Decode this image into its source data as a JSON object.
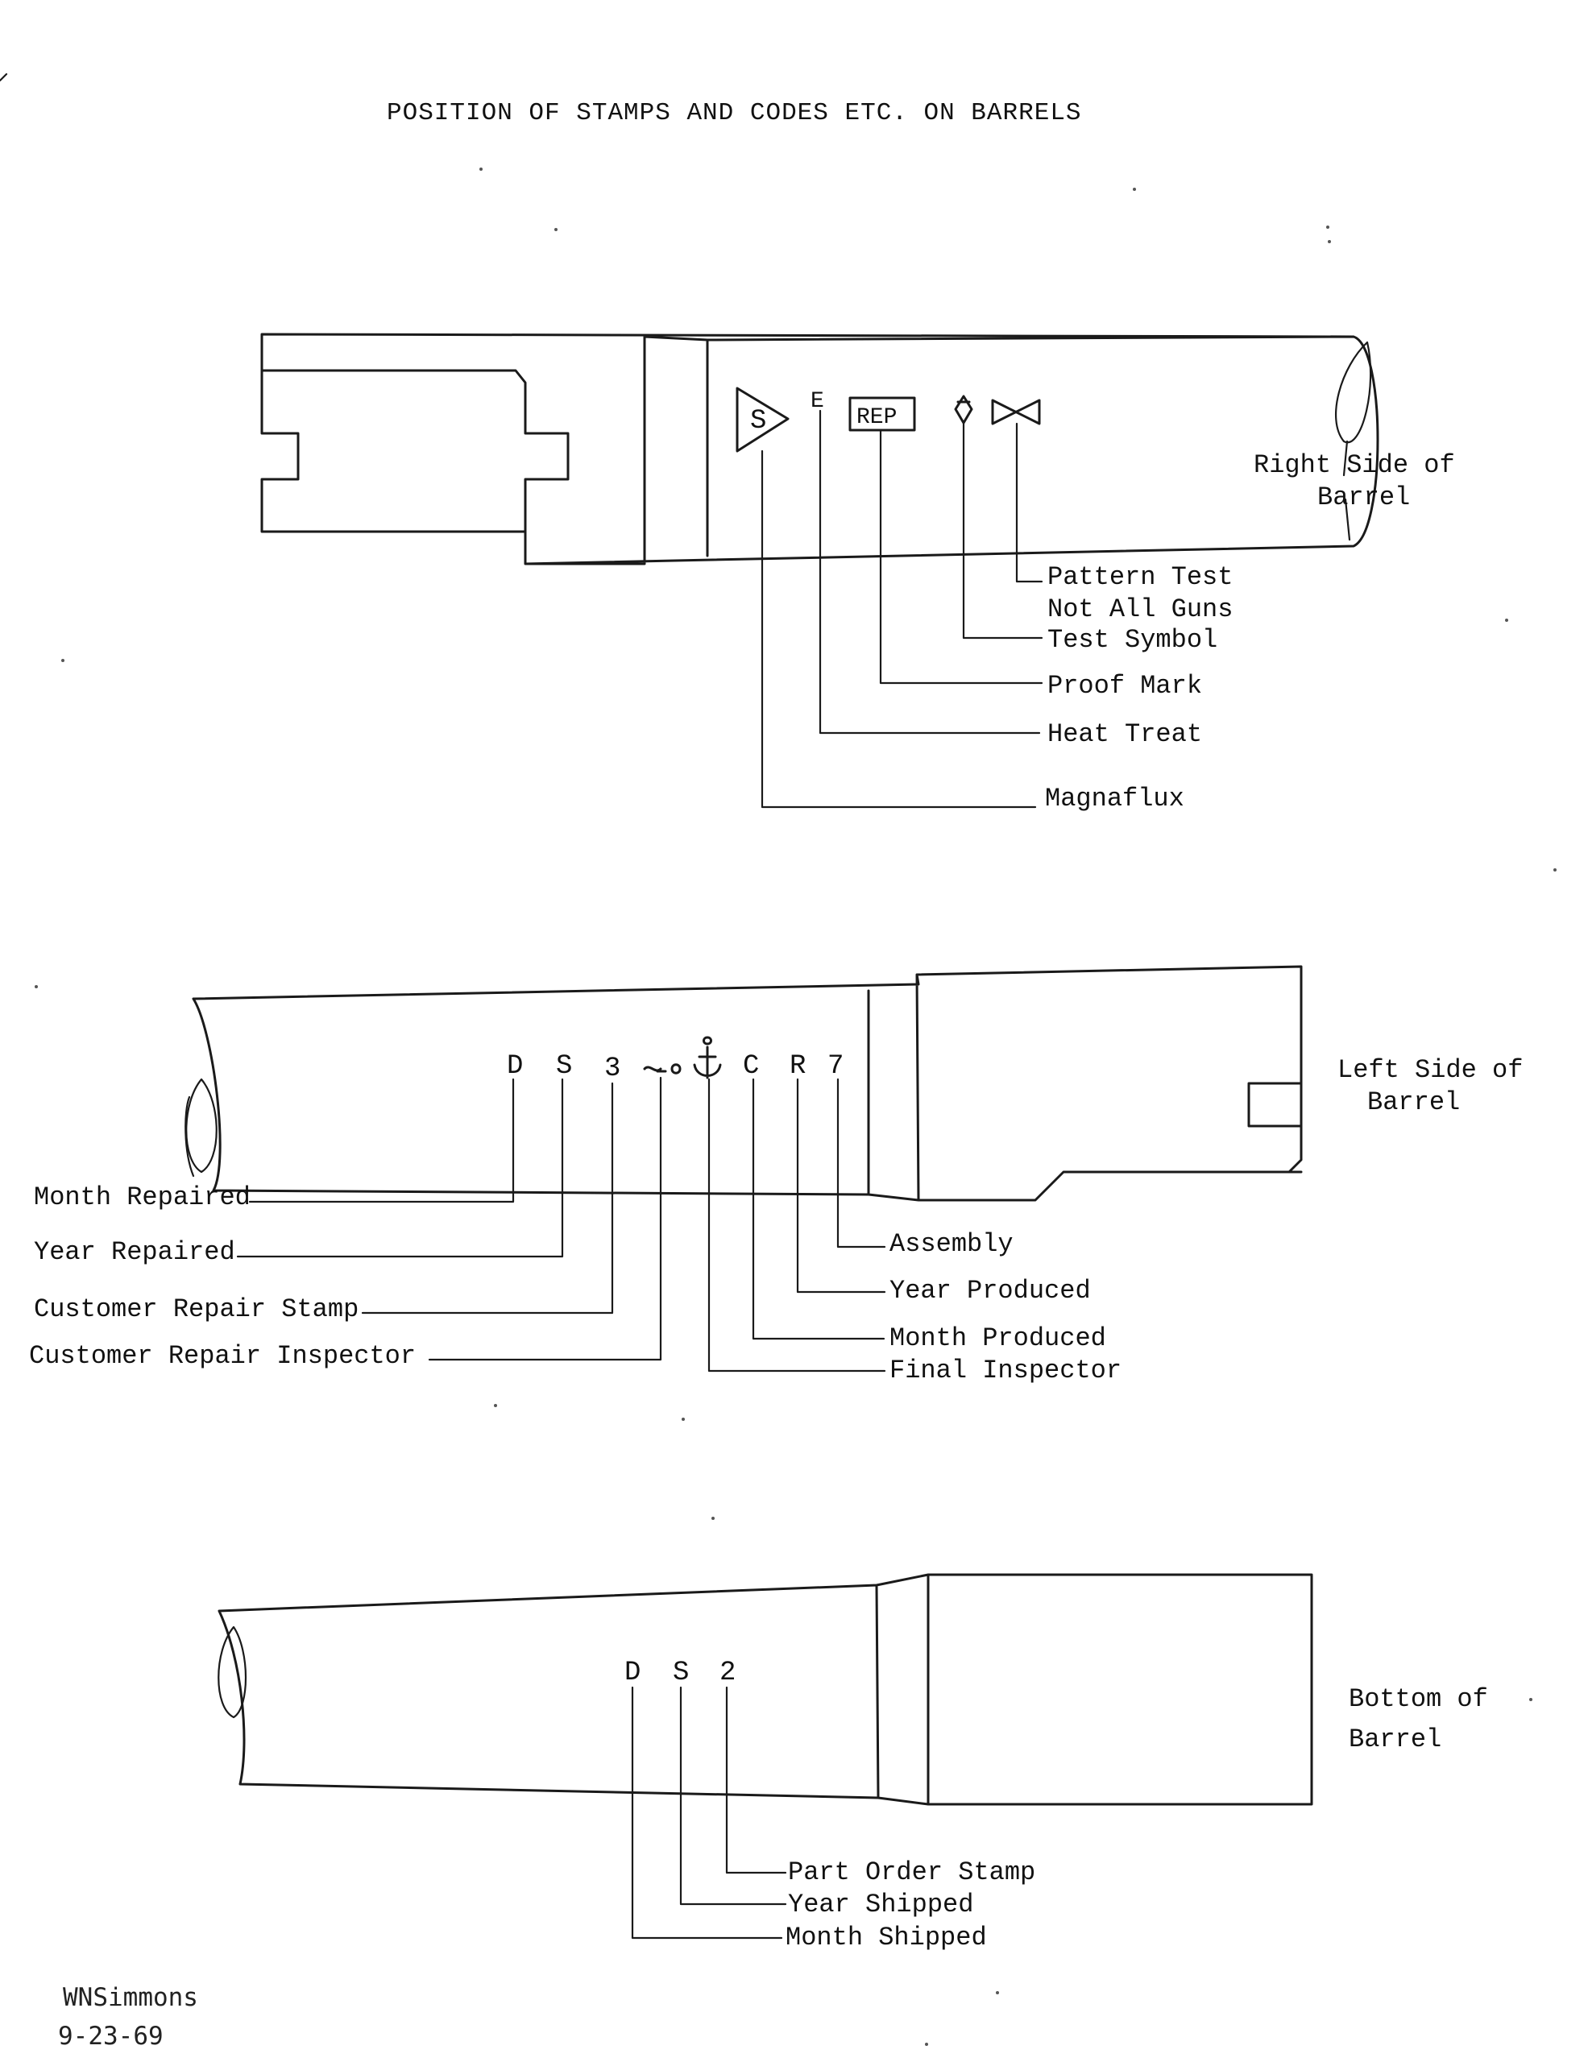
{
  "title": "POSITION OF STAMPS AND CODES ETC. ON BARRELS",
  "right_side": {
    "caption_line1": "Right Side of",
    "caption_line2": "Barrel",
    "stamps": {
      "magnaflux": "S",
      "heat_treat": "E",
      "proof_mark": "REP"
    },
    "labels": {
      "pattern_test": "Pattern Test",
      "not_all_guns": "Not All Guns",
      "test_symbol": "Test Symbol",
      "proof_mark": "Proof Mark",
      "heat_treat": "Heat Treat",
      "magnaflux": "Magnaflux"
    },
    "icons": [
      "test-symbol-icon",
      "pattern-test-bowtie-icon",
      "magnaflux-triangle-icon"
    ]
  },
  "left_side": {
    "caption_line1": "Left Side of",
    "caption_line2": "Barrel",
    "stamps": {
      "month_repaired": "D",
      "year_repaired": "S",
      "customer_repair_stamp": "3",
      "month_produced": "C",
      "year_produced": "R",
      "assembly": "7"
    },
    "labels": {
      "month_repaired": "Month Repaired",
      "year_repaired": "Year Repaired",
      "customer_repair_stamp": "Customer Repair Stamp",
      "customer_repair_inspector": "Customer Repair Inspector",
      "assembly": "Assembly",
      "year_produced": "Year Produced",
      "month_produced": "Month Produced",
      "final_inspector": "Final Inspector"
    },
    "icons": [
      "customer-repair-inspector-icon",
      "final-inspector-anchor-icon"
    ]
  },
  "bottom": {
    "caption_line1": "Bottom of",
    "caption_line2": "Barrel",
    "stamps": {
      "month_shipped": "D",
      "year_shipped": "S",
      "part_order_stamp": "2"
    },
    "labels": {
      "part_order_stamp": "Part Order Stamp",
      "year_shipped": "Year Shipped",
      "month_shipped": "Month Shipped"
    }
  },
  "signature": {
    "name": "WNSimmons",
    "date": "9-23-69"
  }
}
